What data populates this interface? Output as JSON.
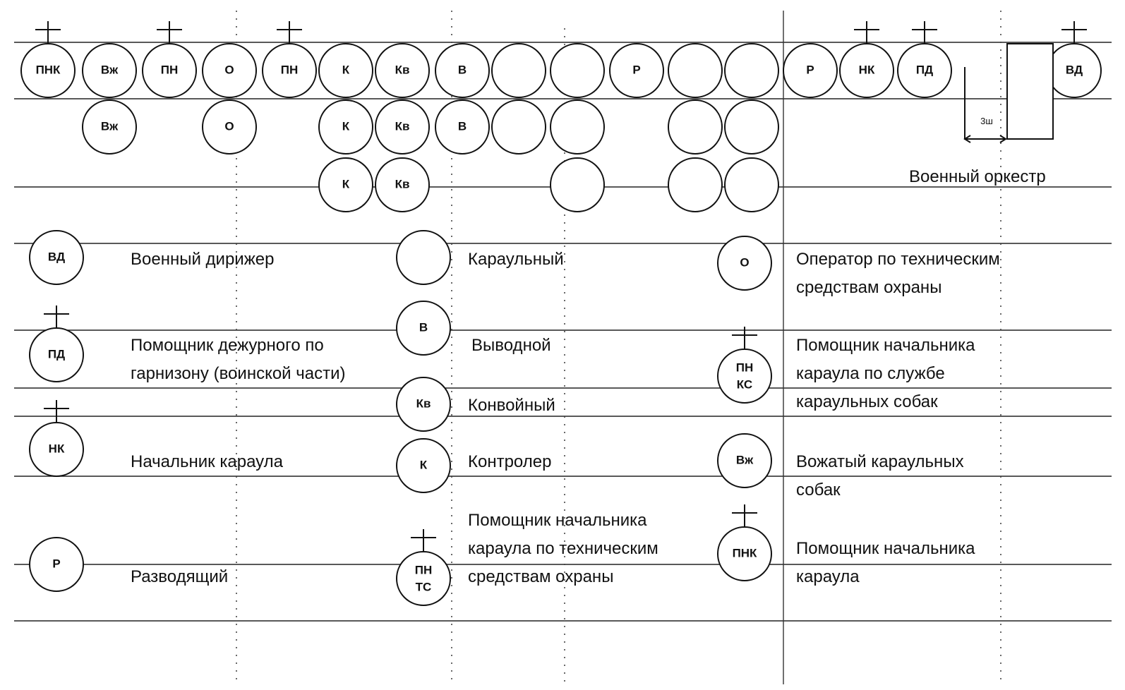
{
  "formation": {
    "row1": [
      "ПНК",
      "Вж",
      "ПН",
      "О",
      "ПН",
      "К",
      "Кв",
      "В",
      "",
      "",
      "Р",
      "",
      "",
      "Р",
      "НК",
      "ПД",
      "ВД"
    ],
    "row2": [
      "Вж",
      "О",
      "К",
      "Кв",
      "В",
      "",
      "",
      "",
      ""
    ],
    "row3": [
      "К",
      "Кв",
      "",
      "",
      ""
    ],
    "spacing_label": "3ш",
    "orchestra_label": "Военный оркестр"
  },
  "legend": [
    {
      "symbol": "ВД",
      "lines": [
        "Военный дирижер"
      ]
    },
    {
      "symbol": "",
      "lines": [
        "Караульный"
      ]
    },
    {
      "symbol": "О",
      "lines": [
        "Оператор по техническим",
        "средствам охраны"
      ]
    },
    {
      "symbol": "ПД",
      "lines": [
        "Помощник дежурного по",
        "гарнизону (воинской части)"
      ]
    },
    {
      "symbol": "В",
      "lines": [
        "Выводной"
      ]
    },
    {
      "symbol": "ПН КС",
      "lines": [
        "Помощник начальника",
        "караула по службе",
        "караульных собак"
      ]
    },
    {
      "symbol": "Кв",
      "lines": [
        "Конвойный"
      ]
    },
    {
      "symbol": "НК",
      "lines": [
        "Начальник караула"
      ]
    },
    {
      "symbol": "К",
      "lines": [
        "Контролер"
      ]
    },
    {
      "symbol": "Вж",
      "lines": [
        "Вожатый караульных",
        "собак"
      ]
    },
    {
      "symbol": "ПН ТС",
      "lines": [
        "Помощник начальника",
        "караула по техническим",
        "средствам охраны"
      ]
    },
    {
      "symbol": "Р",
      "lines": [
        "Разводящий"
      ]
    },
    {
      "symbol": "ПНК",
      "lines": [
        "Помощник начальника",
        "караула"
      ]
    }
  ]
}
